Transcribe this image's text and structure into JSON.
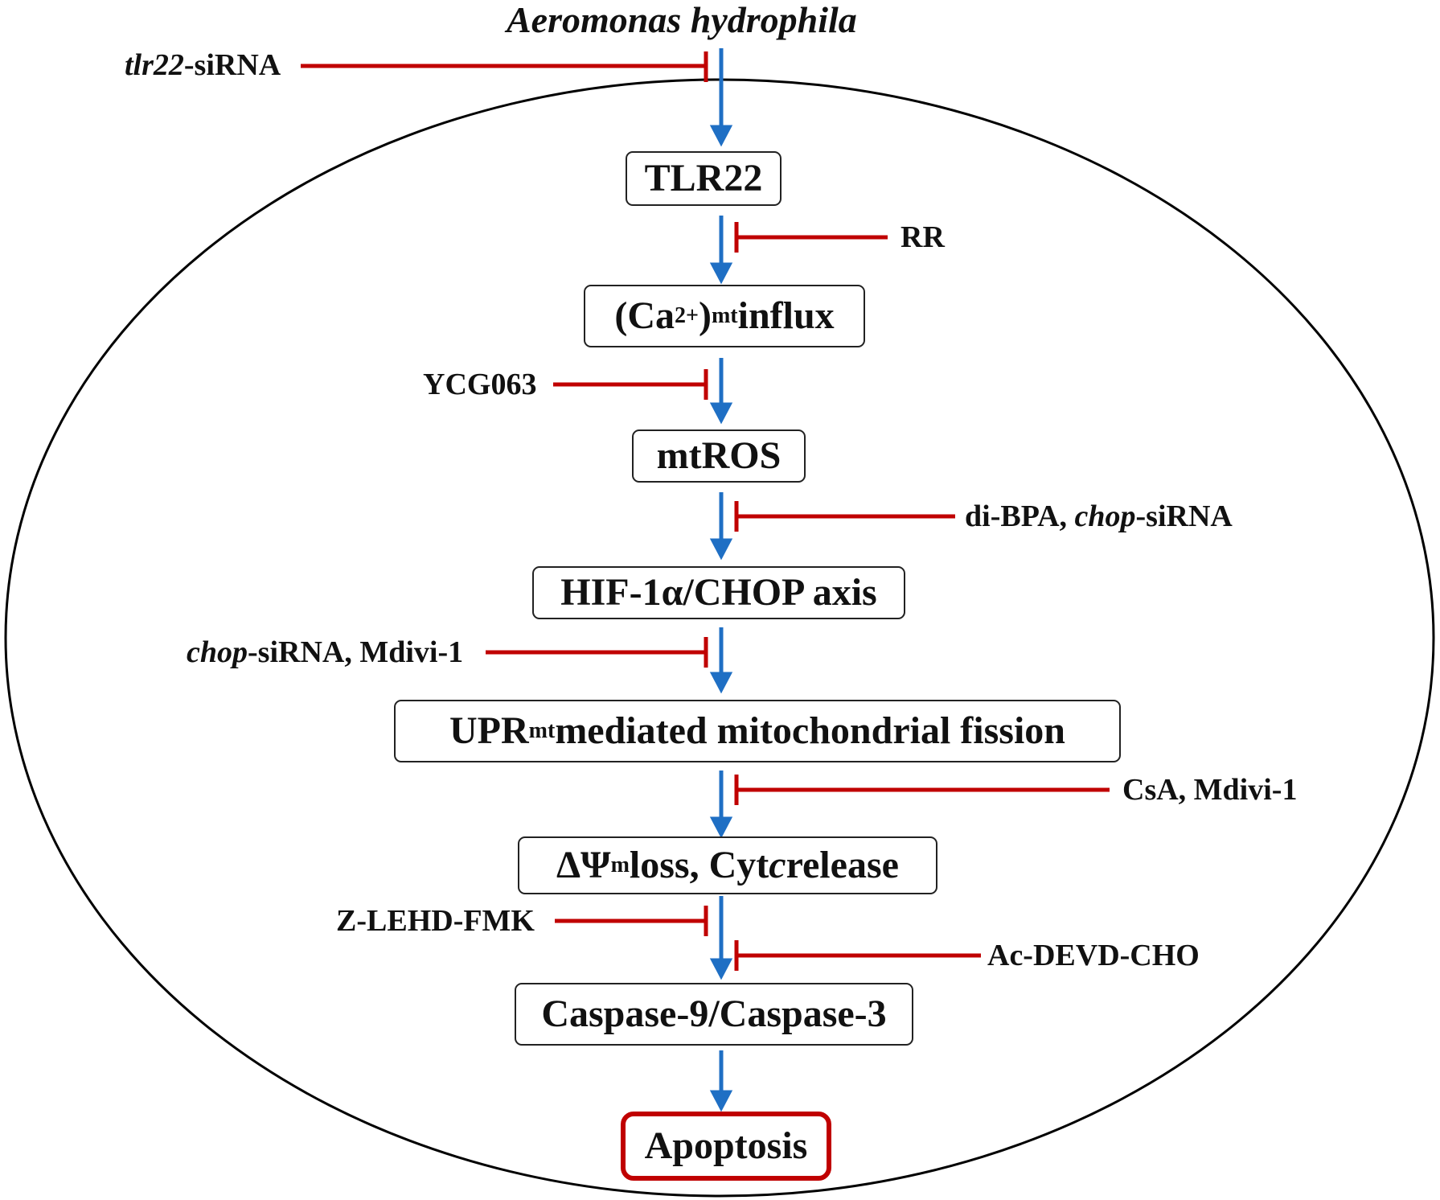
{
  "colors": {
    "activation_arrow": "#1f6fc4",
    "inhibition_line": "#c00000",
    "box_border": "#222222",
    "final_box_border": "#c00000",
    "cell_outline": "#000000"
  },
  "pathogen": "Aeromonas hydrophila",
  "nodes": {
    "tlr22": "TLR22",
    "calcium_open": "(Ca",
    "calcium_sup": "2+",
    "calcium_close": ")",
    "calcium_sub": "mt",
    "calcium_rest": " influx",
    "mtros": "mtROS",
    "hif_chop": "HIF-1α/CHOP axis",
    "upr_main": "UPR",
    "upr_sup": "mt",
    "upr_rest": " mediated mitochondrial fission",
    "dpsi_main": "ΔΨ",
    "dpsi_sub": "m",
    "dpsi_mid": " loss, Cyt ",
    "dpsi_c": "c",
    "dpsi_rest": " release",
    "caspase": "Caspase-9/Caspase-3",
    "apoptosis": "Apoptosis"
  },
  "inhibitors": {
    "tlr22_sirna_italic": "tlr22",
    "tlr22_sirna_rest": "-siRNA",
    "rr": "RR",
    "ycg063": "YCG063",
    "dibpa_a": "di-BPA, ",
    "dibpa_italic": "chop",
    "dibpa_rest": "-siRNA",
    "chop_italic": "chop",
    "chop_rest": "-siRNA, Mdivi-1",
    "csa": "CsA, Mdivi-1",
    "zlehd": "Z-LEHD-FMK",
    "acdevd": "Ac-DEVD-CHO"
  }
}
